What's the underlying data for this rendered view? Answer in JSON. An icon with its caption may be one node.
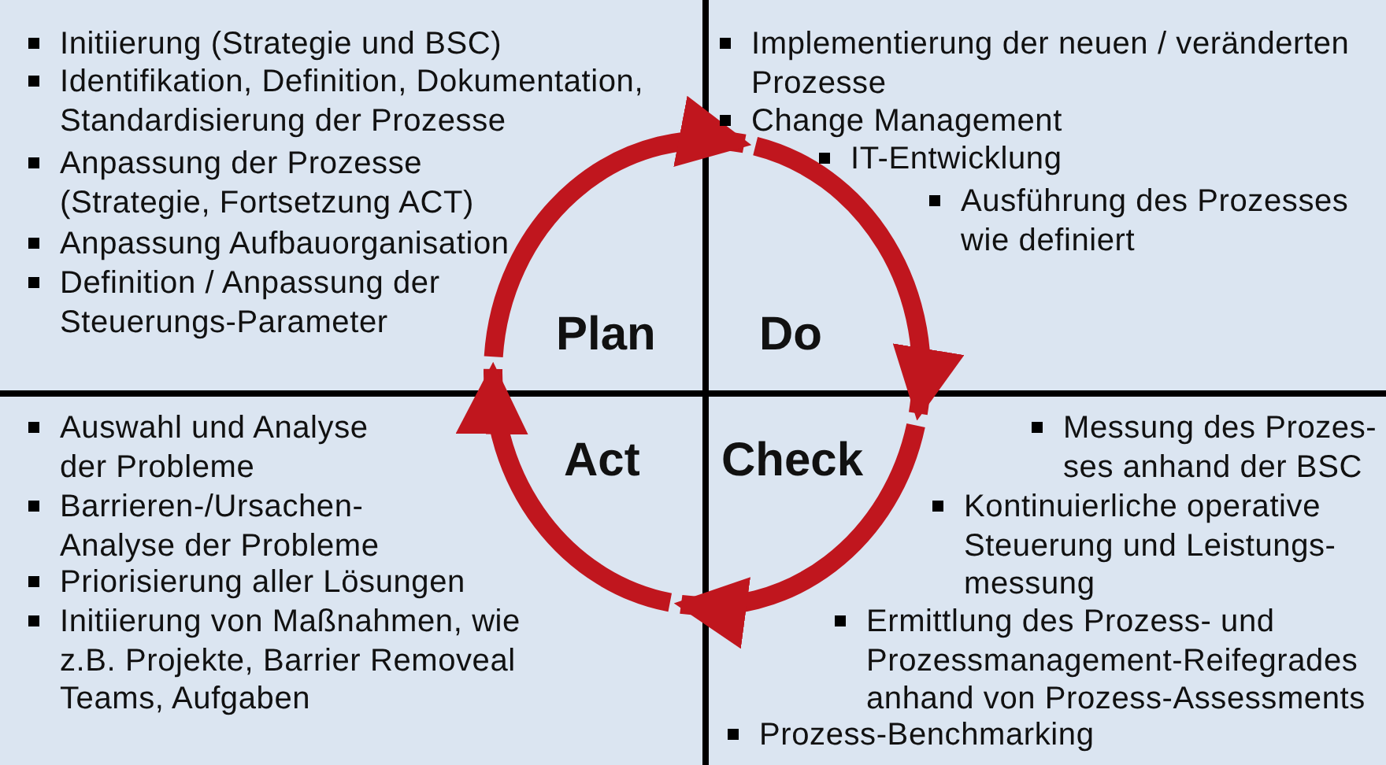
{
  "diagram": {
    "nodes": [
      {
        "text": [
          "Initiierung (Strategie und BSC)",
          "Identifikation, Definition, Dokumentation, Standardisierung der Prozesse",
          "Anpassung der Prozesse (Strategie, Fortsetzung ACT)",
          "Anpassung Aufbauorganisation",
          "Definition / Anpassung der Steuerungs-Parameter",
          "Plan"
        ]
      },
      {
        "text": [
          "Implementierung der neuen / veränderten Prozesse",
          "Change Management",
          "IT-Entwicklung",
          "Ausführung des Prozesses wie definiert",
          "Do"
        ]
      },
      {
        "text": [
          "Auswahl und Analyse der Probleme",
          "Barrieren-/Ursachen- Analyse der Probleme",
          "Priorisierung aller Lösungen",
          "Initiierung von Maßnahmen, wie z.B. Projekte, Barrier Removeal Teams, Aufgaben",
          "Act"
        ]
      },
      {
        "text": [
          "Messung des Prozes- ses anhand der BSC",
          "Kontinuierliche operative Steuerung und Leistungs- messung",
          "Ermittlung des Prozess- und Prozessmanagement-Reifegrades anhand von Prozess-Assessments",
          "Check",
          "Prozess-Benchmarking"
        ]
      }
    ],
    "edges": [
      {
        "from": 2,
        "to": 0,
        "arrow": "to"
      },
      {
        "from": 0,
        "to": 1,
        "arrow": "to"
      },
      {
        "from": 1,
        "to": 3,
        "arrow": "to"
      },
      {
        "from": 3,
        "to": 2,
        "arrow": "to"
      }
    ]
  }
}
